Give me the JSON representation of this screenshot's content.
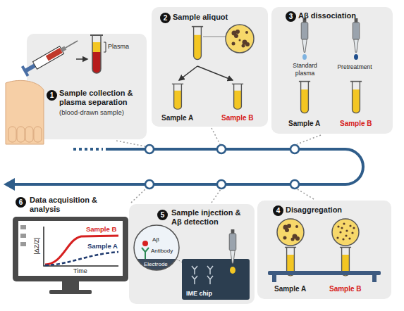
{
  "diagram": {
    "nodes": [
      {
        "text": [
          "1",
          "Sample collection & plasma separation",
          "(blood-drawn sample)"
        ]
      },
      {
        "text": [
          "2",
          "Sample aliquot"
        ]
      },
      {
        "text": [
          "3",
          "Aβ dissociation"
        ]
      },
      {
        "text": [
          "4",
          "Disaggregation"
        ]
      },
      {
        "text": [
          "5",
          "Sample injection & Aβ detection"
        ]
      },
      {
        "text": [
          "6",
          "Data acquisition & analysis"
        ]
      }
    ],
    "labels": [
      "Plasma",
      "Sample A",
      "Sample B",
      "Standard plasma",
      "Pretreatment",
      "Sample A",
      "Sample B",
      "Sample A",
      "Sample B",
      "Aβ",
      "Antibody",
      "Electrode",
      "IME chip",
      "Sample B",
      "Sample A",
      "|ΔZ/Z|",
      "Time"
    ]
  }
}
